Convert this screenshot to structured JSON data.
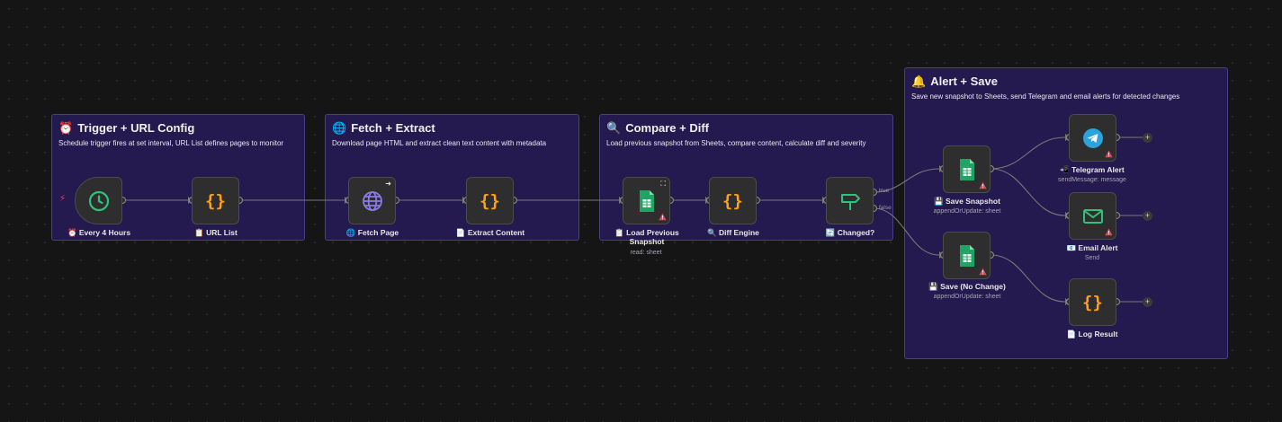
{
  "groups": {
    "trigger": {
      "icon": "⏰",
      "title": "Trigger + URL Config",
      "desc": "Schedule trigger fires at set interval, URL List defines pages to monitor"
    },
    "fetch": {
      "icon": "🌐",
      "title": "Fetch + Extract",
      "desc": "Download page HTML and extract clean text content with metadata"
    },
    "compare": {
      "icon": "🔍",
      "title": "Compare + Diff",
      "desc": "Load previous snapshot from Sheets, compare content, calculate diff and severity"
    },
    "alert": {
      "icon": "🔔",
      "title": "Alert + Save",
      "desc": "Save new snapshot to Sheets, send Telegram and email alerts for detected changes"
    }
  },
  "nodes": {
    "every4h": {
      "label": "⏰ Every 4 Hours",
      "icon": "clock-icon"
    },
    "urllist": {
      "label": "📋 URL List",
      "icon": "code-braces-icon"
    },
    "fetchpage": {
      "label": "🌐 Fetch Page",
      "icon": "globe-icon"
    },
    "extract": {
      "label": "📄 Extract Content",
      "icon": "code-braces-icon"
    },
    "loadprev": {
      "label": "📋 Load Previous Snapshot",
      "sub": "read: sheet",
      "icon": "google-sheets-icon"
    },
    "diff": {
      "label": "🔍 Diff Engine",
      "icon": "code-braces-icon"
    },
    "changed": {
      "label": "🔄 Changed?",
      "icon": "signpost-icon"
    },
    "savesnap": {
      "label": "💾 Save Snapshot",
      "sub": "appendOrUpdate: sheet",
      "icon": "google-sheets-icon"
    },
    "savenochange": {
      "label": "💾 Save (No Change)",
      "sub": "appendOrUpdate: sheet",
      "icon": "google-sheets-icon"
    },
    "telegram": {
      "label": "📲 Telegram Alert",
      "sub": "sendMessage: message",
      "icon": "telegram-icon"
    },
    "email": {
      "label": "📧 Email Alert",
      "sub": "Send",
      "icon": "mail-icon"
    },
    "log": {
      "label": "📄 Log Result",
      "icon": "code-braces-icon"
    }
  },
  "ports": {
    "true_label": "true",
    "false_label": "false"
  },
  "colors": {
    "group_bg": "#241a4f",
    "group_border": "#4a3f86",
    "code": "#ff9f1a",
    "sheets": "#1fa463",
    "telegram": "#2aa3df",
    "mail": "#2ec27e",
    "warn": "#e0455a"
  }
}
